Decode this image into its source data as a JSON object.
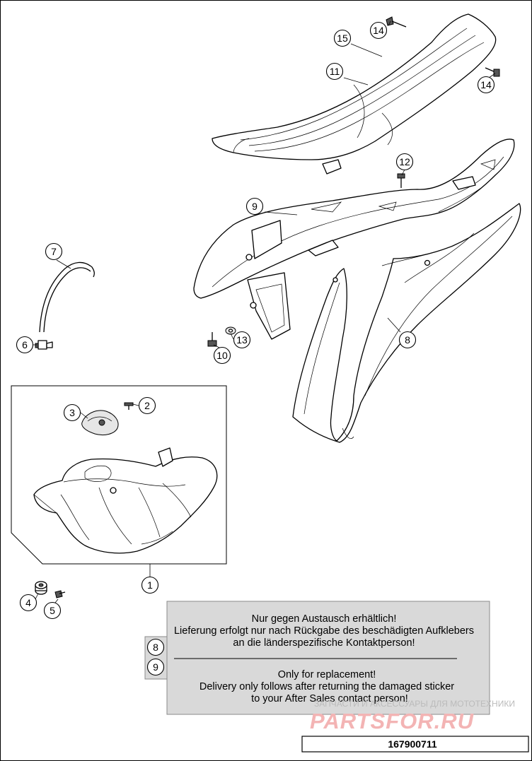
{
  "callouts": [
    {
      "id": "1",
      "label": "1"
    },
    {
      "id": "2",
      "label": "2"
    },
    {
      "id": "3",
      "label": "3"
    },
    {
      "id": "4",
      "label": "4"
    },
    {
      "id": "5",
      "label": "5"
    },
    {
      "id": "6",
      "label": "6"
    },
    {
      "id": "7",
      "label": "7"
    },
    {
      "id": "8",
      "label": "8"
    },
    {
      "id": "9",
      "label": "9"
    },
    {
      "id": "10",
      "label": "10"
    },
    {
      "id": "11",
      "label": "11"
    },
    {
      "id": "12",
      "label": "12"
    },
    {
      "id": "13",
      "label": "13"
    },
    {
      "id": "14a",
      "label": "14"
    },
    {
      "id": "14b",
      "label": "14"
    },
    {
      "id": "15",
      "label": "15"
    }
  ],
  "note": {
    "keys": [
      "8",
      "9"
    ],
    "de_line1": "Nur gegen Austausch erhältlich!",
    "de_line2": "Lieferung erfolgt nur nach Rückgabe des beschädigten Aufklebers",
    "de_line3": "an die länderspezifische Kontaktperson!",
    "en_line1": "Only for replacement!",
    "en_line2": "Delivery only follows after returning the damaged sticker",
    "en_line3": "to your After Sales contact person!"
  },
  "watermark": {
    "line1": "ЗАПЧАСТИ И АКСЕССУАРЫ ДЛЯ МОТОТЕХНИКИ",
    "line2": "PARTSFOR.RU"
  },
  "document_number": "167900711"
}
